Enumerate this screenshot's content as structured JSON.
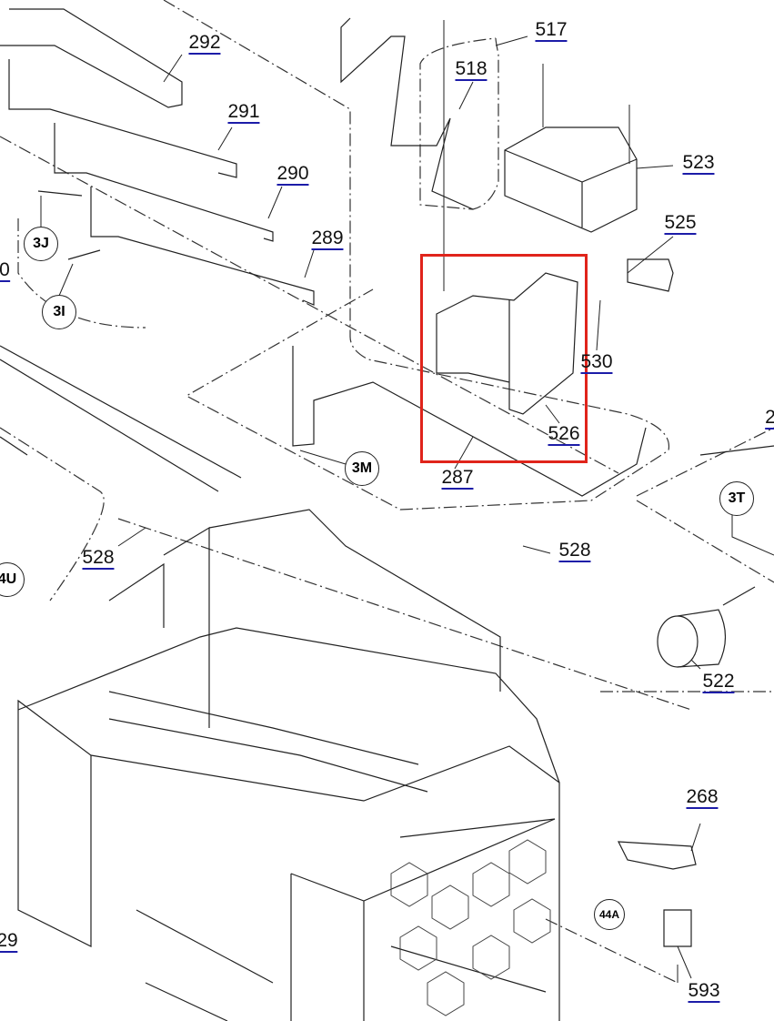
{
  "diagram": {
    "part_labels": [
      "292",
      "291",
      "290",
      "289",
      "517",
      "518",
      "523",
      "525",
      "530",
      "526",
      "287",
      "528",
      "528",
      "522",
      "268",
      "593",
      "2",
      "0",
      "29"
    ],
    "callouts": [
      "3J",
      "3I",
      "3M",
      "3T",
      "4U",
      "44A"
    ],
    "highlight_color": "#e0241b",
    "link_color": "#1c1ca8"
  }
}
